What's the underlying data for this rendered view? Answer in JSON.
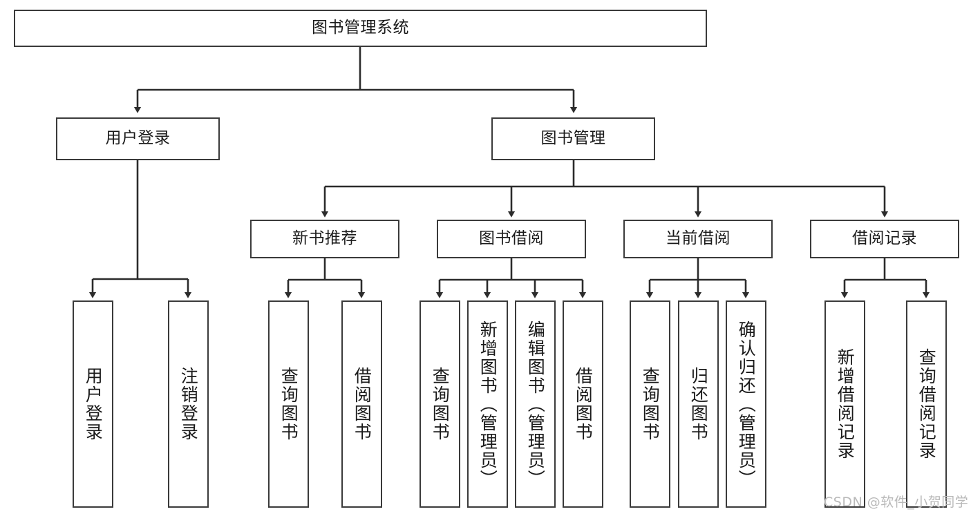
{
  "diagram": {
    "title": "图书管理系统",
    "watermark": "CSDN @软件_小贺同学",
    "type": "tree",
    "colors": {
      "box_border": "#3a3a3a",
      "box_fill": "#ffffff",
      "edge": "#2b2b2b",
      "text": "#1a1a1a",
      "watermark": "#b9b9b9",
      "background": "#ffffff"
    },
    "levels": {
      "root": {
        "label": "图书管理系统"
      },
      "level2": [
        {
          "label": "用户登录"
        },
        {
          "label": "图书管理"
        }
      ],
      "level3": [
        {
          "label": "新书推荐"
        },
        {
          "label": "图书借阅"
        },
        {
          "label": "当前借阅"
        },
        {
          "label": "借阅记录"
        }
      ],
      "leaves": [
        {
          "label": "用户登录",
          "parent": "用户登录"
        },
        {
          "label": "注销登录",
          "parent": "用户登录"
        },
        {
          "label": "查询图书",
          "parent": "新书推荐"
        },
        {
          "label": "借阅图书",
          "parent": "新书推荐"
        },
        {
          "label": "查询图书",
          "parent": "图书借阅"
        },
        {
          "label": "新增图书（管理员）",
          "parent": "图书借阅"
        },
        {
          "label": "编辑图书（管理员）",
          "parent": "图书借阅"
        },
        {
          "label": "借阅图书",
          "parent": "图书借阅"
        },
        {
          "label": "查询图书",
          "parent": "当前借阅"
        },
        {
          "label": "归还图书",
          "parent": "当前借阅"
        },
        {
          "label": "确认归还（管理员）",
          "parent": "当前借阅"
        },
        {
          "label": "新增借阅记录",
          "parent": "借阅记录"
        },
        {
          "label": "查询借阅记录",
          "parent": "借阅记录"
        }
      ]
    }
  }
}
